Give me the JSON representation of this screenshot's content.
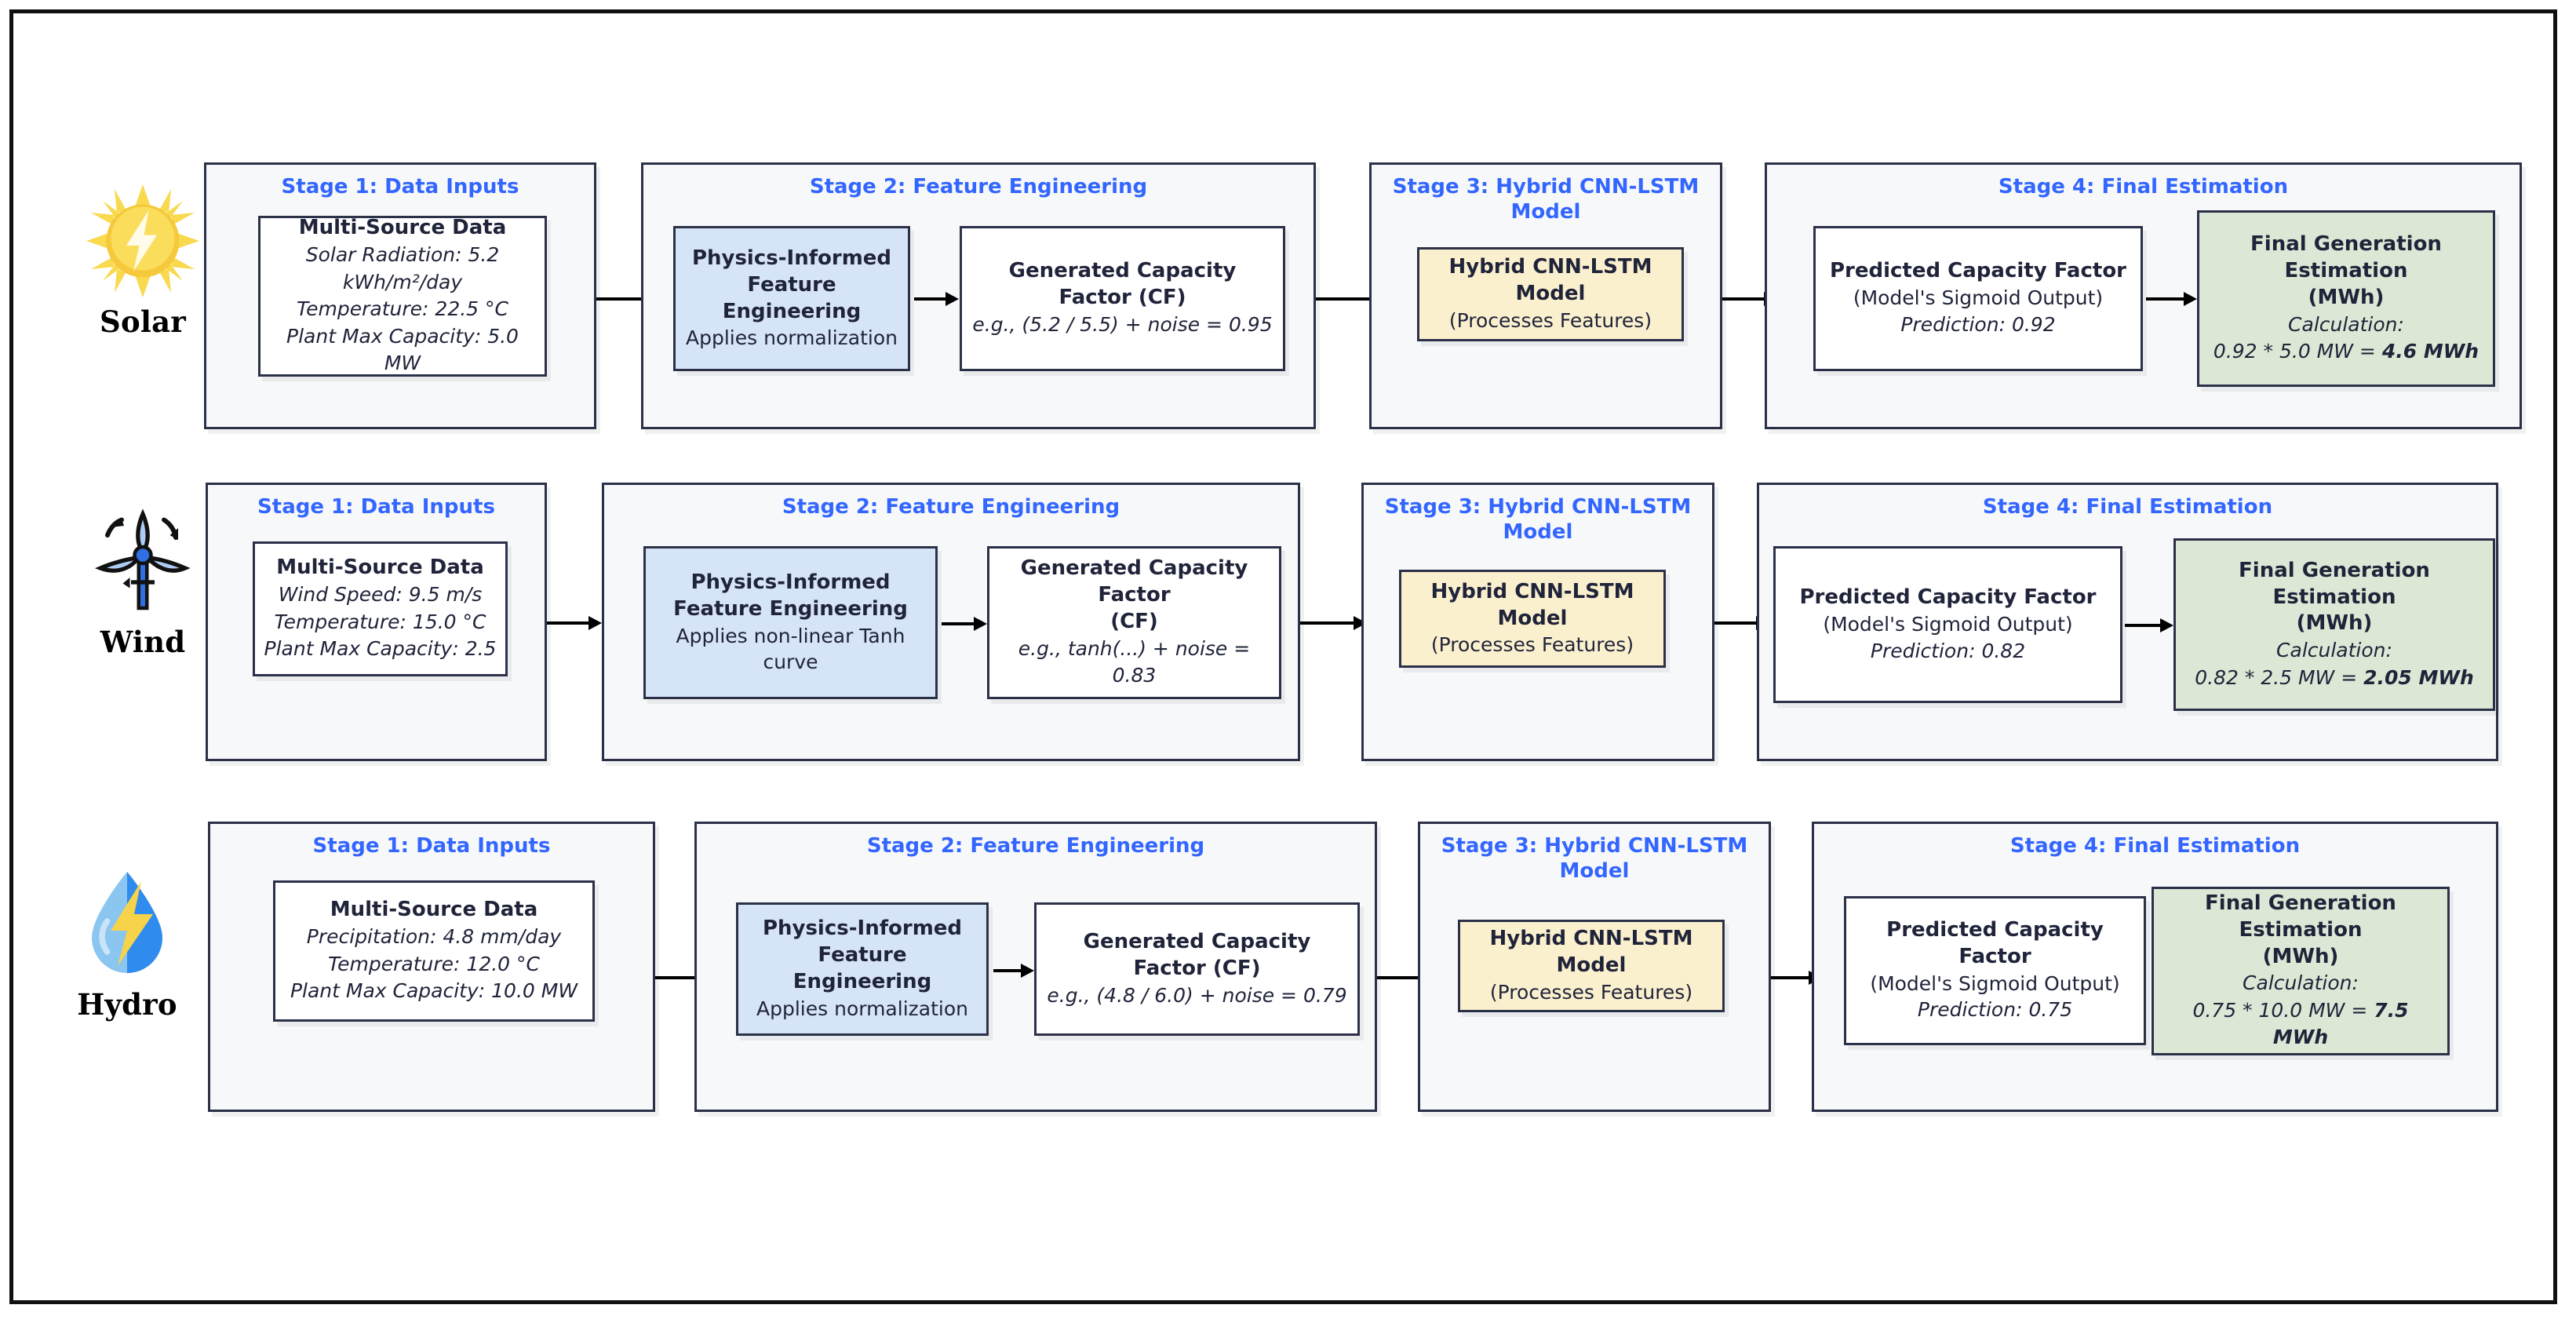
{
  "colors": {
    "stage_title": "#3366FF",
    "node_border": "#2B3148",
    "stage_bg": "#F7F8FA",
    "blue_fill": "#D6E4F7",
    "yellow_fill": "#FBF0CE",
    "green_fill": "#DCE8D5",
    "frame": "#111111"
  },
  "stage_titles": {
    "s1": "Stage 1: Data Inputs",
    "s2": "Stage 2: Feature Engineering",
    "s3": "Stage 3: Hybrid CNN-LSTM Model",
    "s4": "Stage 4: Final Estimation"
  },
  "common": {
    "multi_source_title": "Multi-Source Data",
    "pife_title_line1": "Physics-Informed",
    "pife_title_line2": "Feature Engineering",
    "cf_title": "Generated Capacity Factor (CF)",
    "cf_title_l1": "Generated Capacity Factor",
    "cf_title_l2": "(CF)",
    "model_title": "Hybrid CNN-LSTM Model",
    "model_sub": "(Processes Features)",
    "pcf_title": "Predicted Capacity Factor",
    "pcf_sub": "(Model's Sigmoid Output)",
    "final_title_l1": "Final Generation Estimation",
    "final_title_l2": "(MWh)",
    "calc_label": "Calculation:"
  },
  "rows": [
    {
      "id": "solar",
      "name": "Solar",
      "icon": "sun-bolt-icon",
      "inputs": [
        "Solar Radiation: 5.2",
        "kWh/m²/day",
        "Temperature: 22.5 °C",
        "Plant Max Capacity: 5.0 MW"
      ],
      "pife_desc": "Applies normalization",
      "cf_formula": "e.g., (5.2 / 5.5) + noise = 0.95",
      "prediction": "Prediction: 0.92",
      "calculation_expr": "0.92 * 5.0 MW = ",
      "calculation_result": "4.6 MWh"
    },
    {
      "id": "wind",
      "name": "Wind",
      "icon": "wind-turbine-icon",
      "inputs": [
        "Wind Speed: 9.5 m/s",
        "Temperature: 15.0 °C",
        "Plant Max Capacity: 2.5"
      ],
      "pife_desc": "Applies non-linear Tanh curve",
      "cf_formula": "e.g., tanh(...) + noise = 0.83",
      "prediction": "Prediction: 0.82",
      "calculation_expr": "0.82 * 2.5 MW = ",
      "calculation_result": "2.05 MWh"
    },
    {
      "id": "hydro",
      "name": "Hydro",
      "icon": "water-drop-bolt-icon",
      "inputs": [
        "Precipitation: 4.8 mm/day",
        "Temperature: 12.0 °C",
        "Plant Max Capacity: 10.0 MW"
      ],
      "pife_desc": "Applies normalization",
      "cf_formula": "e.g., (4.8 / 6.0) + noise = 0.79",
      "prediction": "Prediction: 0.75",
      "calculation_expr": "0.75 * 10.0 MW = ",
      "calculation_result": "7.5 MWh"
    }
  ]
}
